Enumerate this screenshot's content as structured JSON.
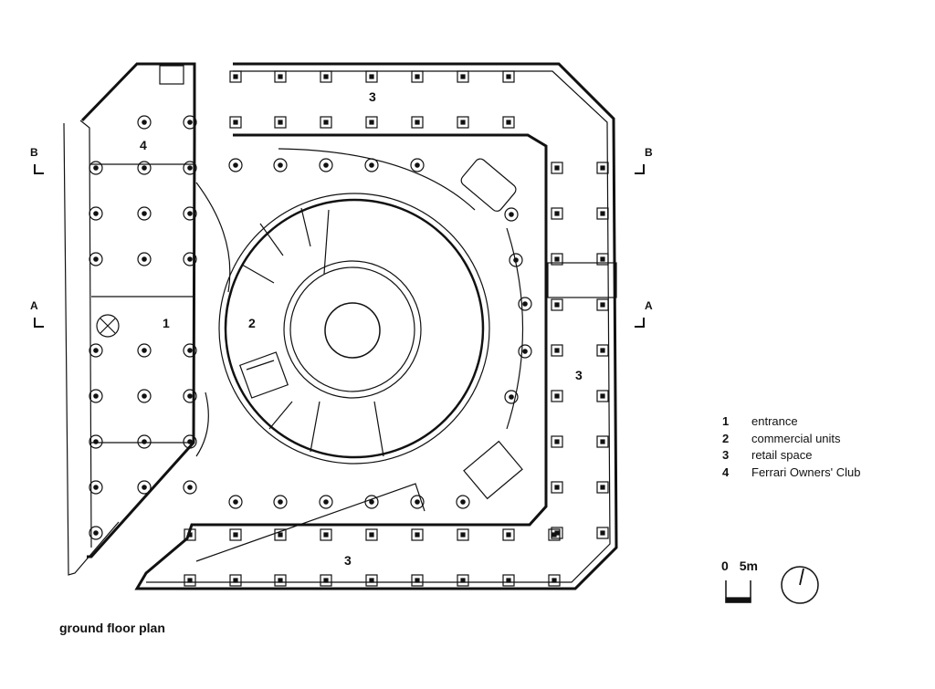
{
  "title": "ground floor plan",
  "room_labels": {
    "entrance": "1",
    "commercial": "2",
    "retail_top": "3",
    "retail_right": "3",
    "retail_bottom": "3",
    "club": "4"
  },
  "sections": {
    "b_left": "B",
    "b_right": "B",
    "a_left": "A",
    "a_right": "A"
  },
  "legend": [
    {
      "num": "1",
      "label": "entrance"
    },
    {
      "num": "2",
      "label": "commercial units"
    },
    {
      "num": "3",
      "label": "retail space"
    },
    {
      "num": "4",
      "label": "Ferrari Owners' Club"
    }
  ],
  "scale": {
    "zero": "0",
    "five": "5m"
  },
  "colors": {
    "ink": "#111111",
    "background": "#ffffff"
  }
}
